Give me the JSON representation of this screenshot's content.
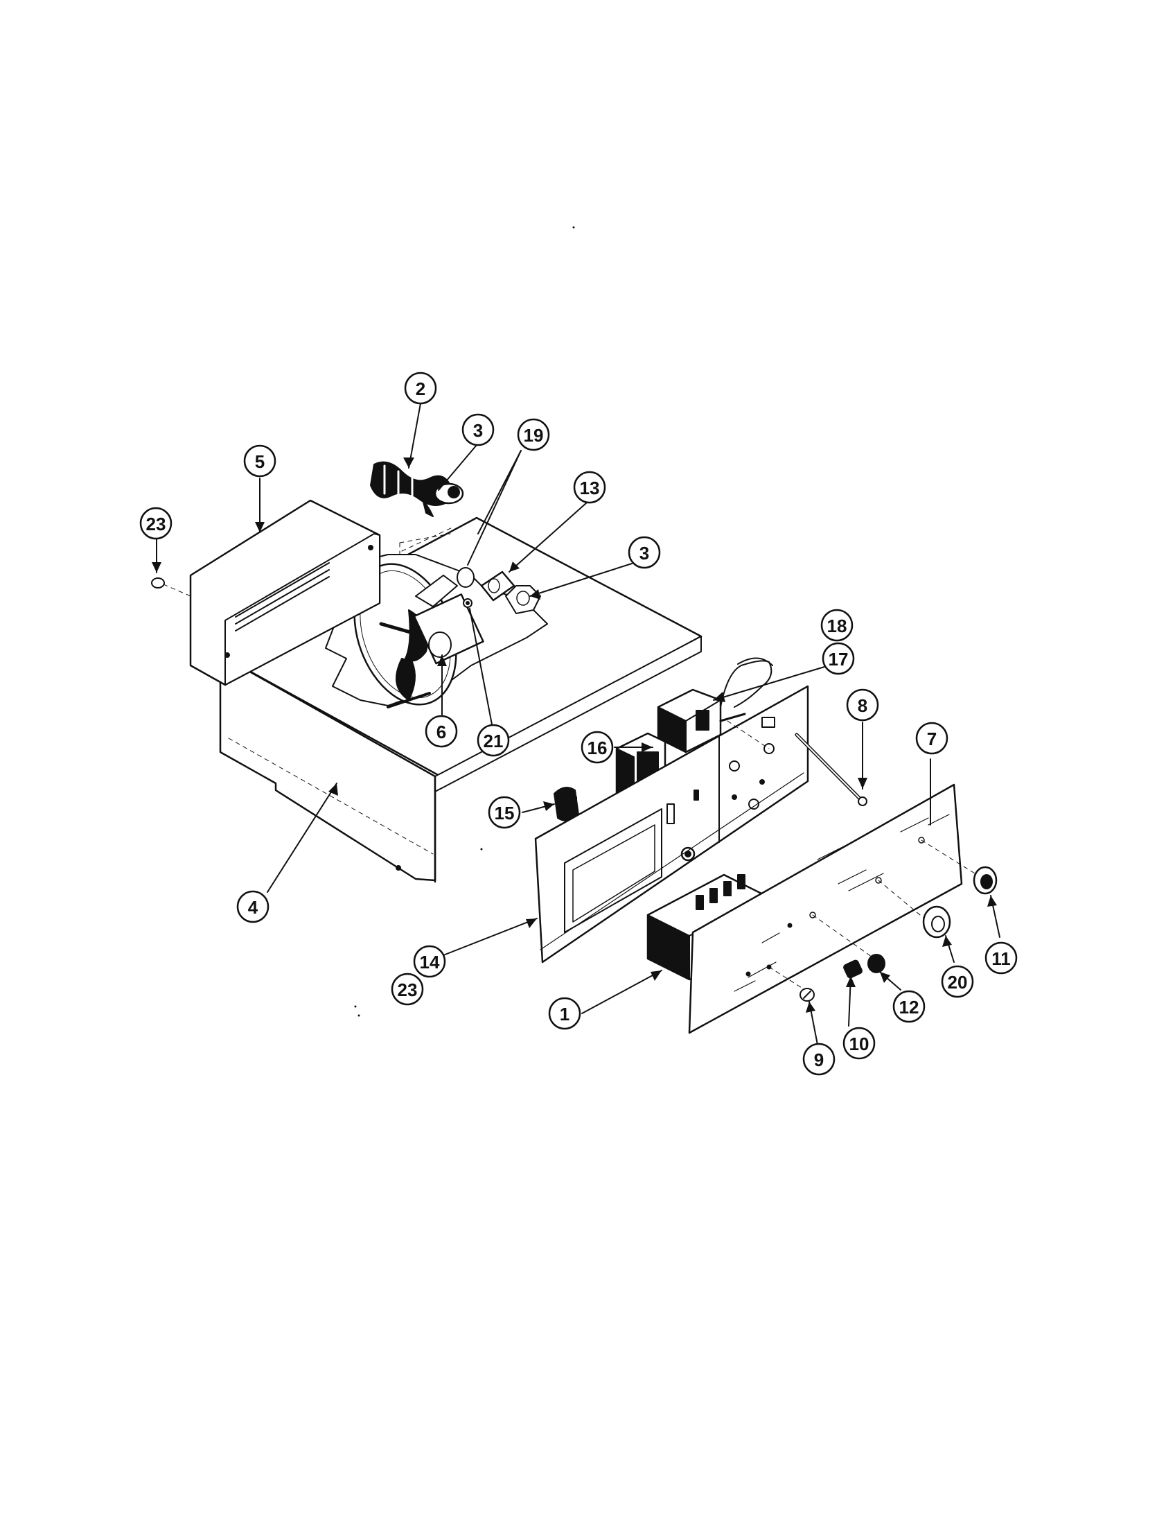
{
  "diagram": {
    "callouts": [
      {
        "id": "c2",
        "label": "2"
      },
      {
        "id": "c3a",
        "label": "3"
      },
      {
        "id": "c19",
        "label": "19"
      },
      {
        "id": "c5",
        "label": "5"
      },
      {
        "id": "c13",
        "label": "13"
      },
      {
        "id": "c23a",
        "label": "23"
      },
      {
        "id": "c3b",
        "label": "3"
      },
      {
        "id": "c18",
        "label": "18"
      },
      {
        "id": "c17",
        "label": "17"
      },
      {
        "id": "c8",
        "label": "8"
      },
      {
        "id": "c7",
        "label": "7"
      },
      {
        "id": "c21",
        "label": "21"
      },
      {
        "id": "c16",
        "label": "16"
      },
      {
        "id": "c6",
        "label": "6"
      },
      {
        "id": "c15",
        "label": "15"
      },
      {
        "id": "c4",
        "label": "4"
      },
      {
        "id": "c11",
        "label": "11"
      },
      {
        "id": "c20",
        "label": "20"
      },
      {
        "id": "c14",
        "label": "14"
      },
      {
        "id": "c23b",
        "label": "23"
      },
      {
        "id": "c12",
        "label": "12"
      },
      {
        "id": "c1",
        "label": "1"
      },
      {
        "id": "c10",
        "label": "10"
      },
      {
        "id": "c9",
        "label": "9"
      }
    ]
  }
}
